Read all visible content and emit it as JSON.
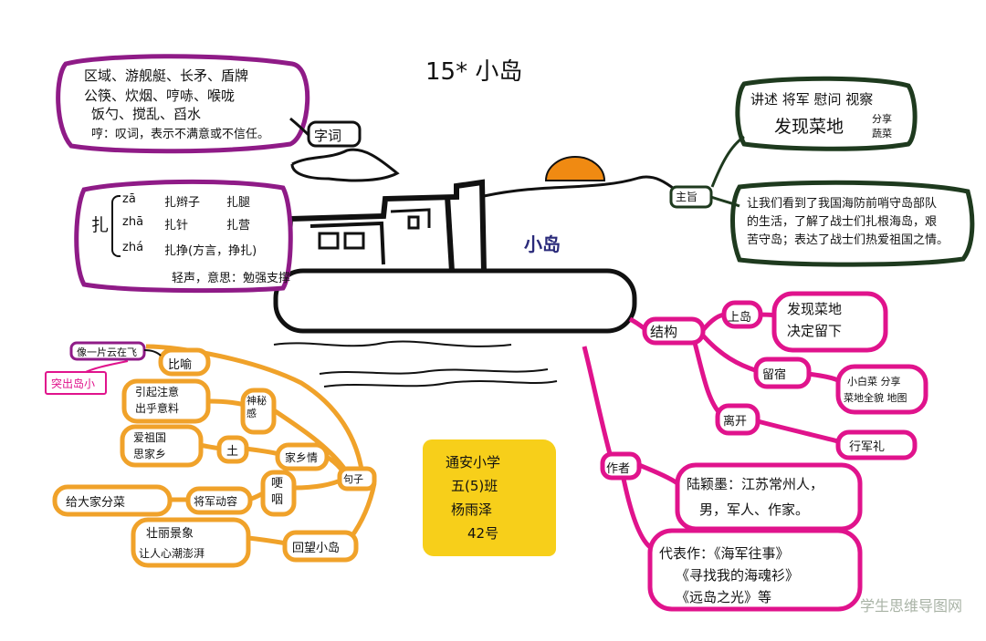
{
  "title": "15* 小岛",
  "center": {
    "label": "小岛"
  },
  "words": {
    "label": "字词",
    "lines": [
      "区域、游舰艇、长矛、盾牌",
      "公筷、炊烟、哼哧、喉咙",
      "饭勺、搅乱、舀水",
      "哼：叹词，表示不满意或不信任。"
    ]
  },
  "zha": {
    "char": "扎",
    "rows": [
      {
        "pinyin": "zā",
        "a": "扎辫子",
        "b": "扎腿"
      },
      {
        "pinyin": "zhā",
        "a": "扎针",
        "b": "扎营"
      },
      {
        "pinyin": "zhá",
        "a": "扎挣(方言，挣扎)",
        "b": ""
      }
    ],
    "note": "轻声，意思：勉强支撑"
  },
  "theme": {
    "label": "主旨",
    "top_line1": "讲述 将军 慰问 视察",
    "top_line2": "发现菜地",
    "top_side1": "分享",
    "top_side2": "蔬菜",
    "bottom": [
      "让我们看到了我国海防前哨守岛部队",
      "的生活，了解了战士们扎根海岛，艰",
      "苦守岛；表达了战士们热爱祖国之情。"
    ]
  },
  "structure": {
    "label": "结构",
    "n1": "上岛",
    "n1a": "发现菜地",
    "n1b": "决定留下",
    "n2": "留宿",
    "n2a": "小白菜  分享",
    "n2b": "菜地全貌  地图",
    "n3": "离开",
    "n3a": "行军礼"
  },
  "author": {
    "label": "作者",
    "info1": "陆颖墨：江苏常州人，",
    "info2": "男，军人、作家。",
    "works1": "代表作：《海军往事》",
    "works2": "《寻找我的海魂衫》",
    "works3": "《远岛之光》等"
  },
  "sentence": {
    "label": "句子",
    "metaphor": "比喻",
    "metaphor_ex": "像一片云在飞",
    "pink": "突出岛小",
    "mystery": "神秘感",
    "m1": "引起注意",
    "m2": "出乎意料",
    "love1": "爱祖国",
    "love2": "思家乡",
    "soil": "土",
    "hometown": "家乡情",
    "choke": "哽咽",
    "share": "给大家分菜",
    "general": "将军动容",
    "view1": "壮丽景象",
    "view2": "让人心潮澎湃",
    "look_back": "回望小岛"
  },
  "card": {
    "line1": "通安小学",
    "line2": "五(5)班",
    "line3": "杨雨泽",
    "line4": "42号"
  },
  "watermark": "学生思维导图网",
  "colors": {
    "purple": "#8f1b87",
    "green": "#1e3a1e",
    "magenta": "#e0138c",
    "orange": "#f0a22a",
    "sun": "#f08a12",
    "card": "#f7cf1a"
  }
}
